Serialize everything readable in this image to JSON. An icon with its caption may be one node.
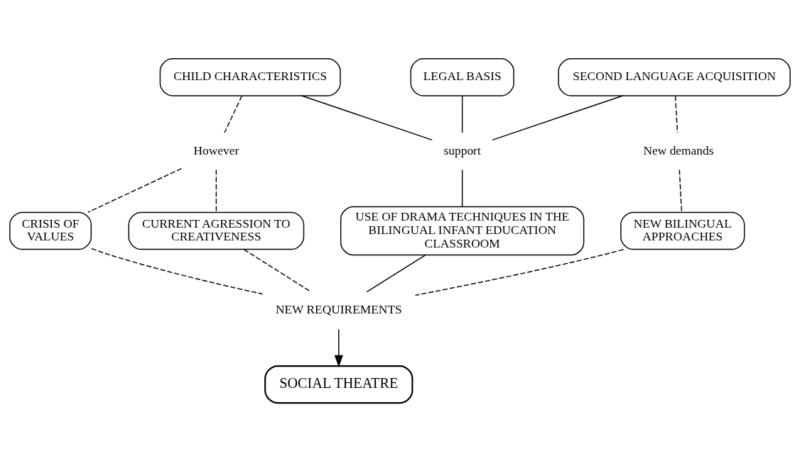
{
  "diagram": {
    "nodes": [
      {
        "text": [
          "CHILD CHARACTERISTICS"
        ]
      },
      {
        "text": [
          "LEGAL BASIS"
        ]
      },
      {
        "text": [
          "SECOND LANGUAGE ACQUISITION"
        ]
      },
      {
        "text": [
          "support"
        ]
      },
      {
        "text": [
          "However"
        ]
      },
      {
        "text": [
          "New demands"
        ]
      },
      {
        "text": [
          "CURRENT AGRESSION TO CREATIVENESS"
        ]
      },
      {
        "text": [
          "CRISIS OF VALUES"
        ]
      },
      {
        "text": [
          "USE OF DRAMA TECHNIQUES IN THE BILINGUAL INFANT EDUCATION CLASSROOM"
        ]
      },
      {
        "text": [
          "NEW BILINGUAL APPROACHES"
        ]
      },
      {
        "text": [
          "NEW REQUIREMENTS"
        ]
      },
      {
        "text": [
          "SOCIAL THEATRE"
        ]
      }
    ],
    "edges": [
      {
        "from": 0,
        "to": 3,
        "arrow": "none"
      },
      {
        "from": 1,
        "to": 3,
        "arrow": "none"
      },
      {
        "from": 2,
        "to": 3,
        "arrow": "none"
      },
      {
        "from": 3,
        "to": 8,
        "arrow": "none"
      },
      {
        "from": 0,
        "to": 4,
        "arrow": "none",
        "style": "dashed"
      },
      {
        "from": 4,
        "to": 6,
        "arrow": "none",
        "style": "dashed"
      },
      {
        "from": 4,
        "to": 7,
        "arrow": "none",
        "style": "dashed"
      },
      {
        "from": 2,
        "to": 5,
        "arrow": "none",
        "style": "dashed"
      },
      {
        "from": 5,
        "to": 9,
        "arrow": "none",
        "style": "dashed"
      },
      {
        "from": 6,
        "to": 10,
        "arrow": "none",
        "style": "dashed"
      },
      {
        "from": 7,
        "to": 10,
        "arrow": "none",
        "style": "dashed"
      },
      {
        "from": 9,
        "to": 10,
        "arrow": "none",
        "style": "dashed"
      },
      {
        "from": 8,
        "to": 10,
        "arrow": "none"
      },
      {
        "from": 10,
        "to": 11,
        "arrow": "to"
      }
    ]
  }
}
